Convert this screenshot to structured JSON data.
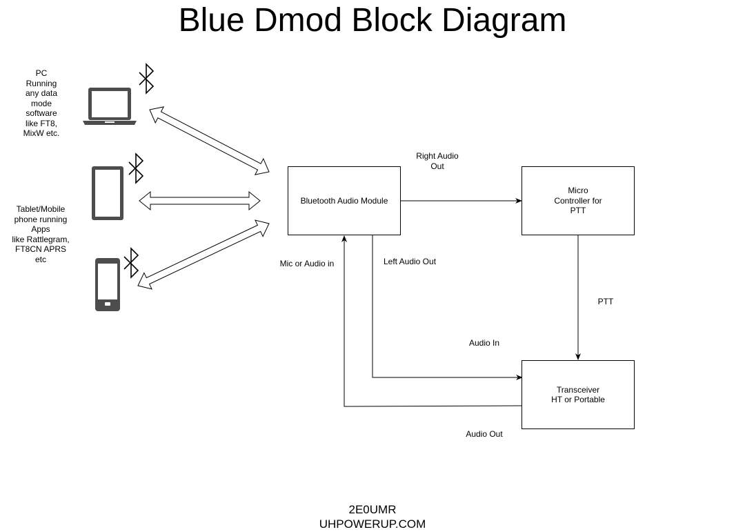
{
  "title": "Blue Dmod Block Diagram",
  "devices": {
    "pc_label": [
      "PC",
      "Running",
      "any data",
      "mode",
      "software",
      "like FT8,",
      "MixW etc."
    ],
    "tablet_label": [
      "Tablet/Mobile",
      "phone running",
      "Apps",
      "like Rattlegram,",
      "FT8CN APRS",
      "etc"
    ]
  },
  "blocks": {
    "bluetooth": "Bluetooth Audio Module",
    "micro": [
      "Micro",
      "Controller for",
      "PTT"
    ],
    "transceiver": [
      "Transceiver",
      "HT or Portable"
    ]
  },
  "connections": {
    "right_audio_out": [
      "Right Audio",
      "Out"
    ],
    "left_audio_out": "Left Audio Out",
    "mic_or_audio_in": "Mic or Audio in",
    "ptt": "PTT",
    "audio_in": "Audio In",
    "audio_out": "Audio Out"
  },
  "footer": {
    "callsign": "2E0UMR",
    "website": "UHPOWERUP.COM"
  },
  "icons": [
    "laptop-icon",
    "tablet-icon",
    "smartphone-icon",
    "bluetooth-icon"
  ],
  "colors": {
    "device_gray": "#4d4d4d",
    "line": "#000000"
  }
}
